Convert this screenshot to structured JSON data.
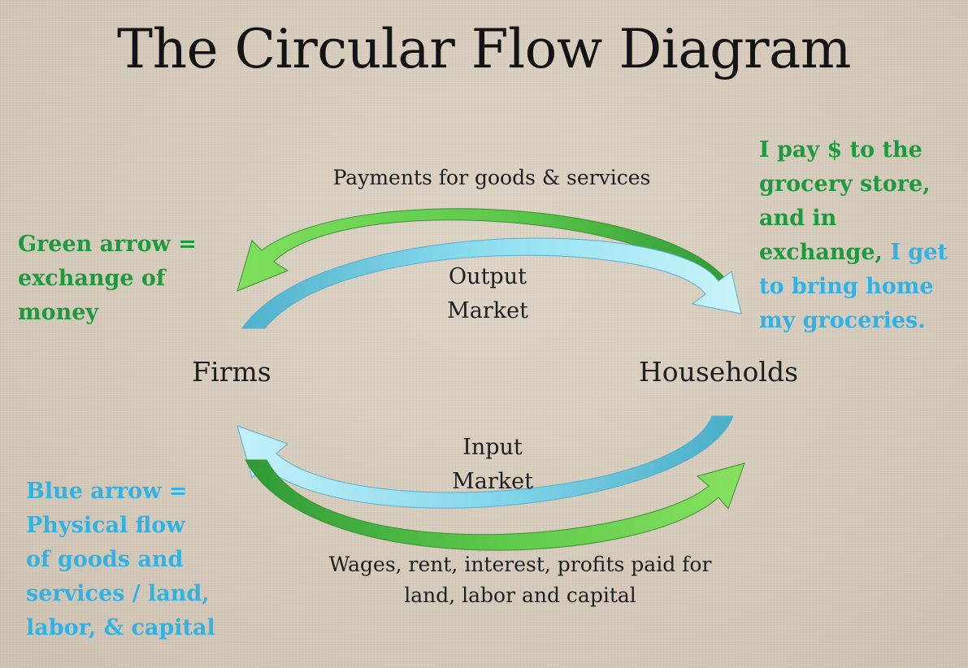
{
  "title": "The Circular Flow Diagram",
  "colors": {
    "money_arrow": "#4fbf3f",
    "goods_arrow": "#6fd3ec",
    "green_text": "#1c9a3e",
    "blue_text": "#2fb3e6"
  },
  "nodes": {
    "left": "Firms",
    "right": "Households"
  },
  "markets": {
    "output": [
      "Output",
      "Market"
    ],
    "input": [
      "Input",
      "Market"
    ]
  },
  "flows": {
    "top_label": "Payments for goods & services",
    "bottom_label": [
      "Wages, rent, interest, profits paid for",
      "land, labor and capital"
    ]
  },
  "legend": {
    "green": [
      "Green arrow =",
      "exchange of",
      "money"
    ],
    "blue": [
      "Blue arrow =",
      "Physical flow",
      "of goods and",
      "services / land,",
      "labor, & capital"
    ]
  },
  "example": {
    "green_lines": [
      "I pay $ to the",
      "grocery store,",
      "and in"
    ],
    "mixed_line": {
      "green": "exchange, ",
      "blue": "I get"
    },
    "blue_lines": [
      "to bring home",
      "my groceries."
    ]
  }
}
